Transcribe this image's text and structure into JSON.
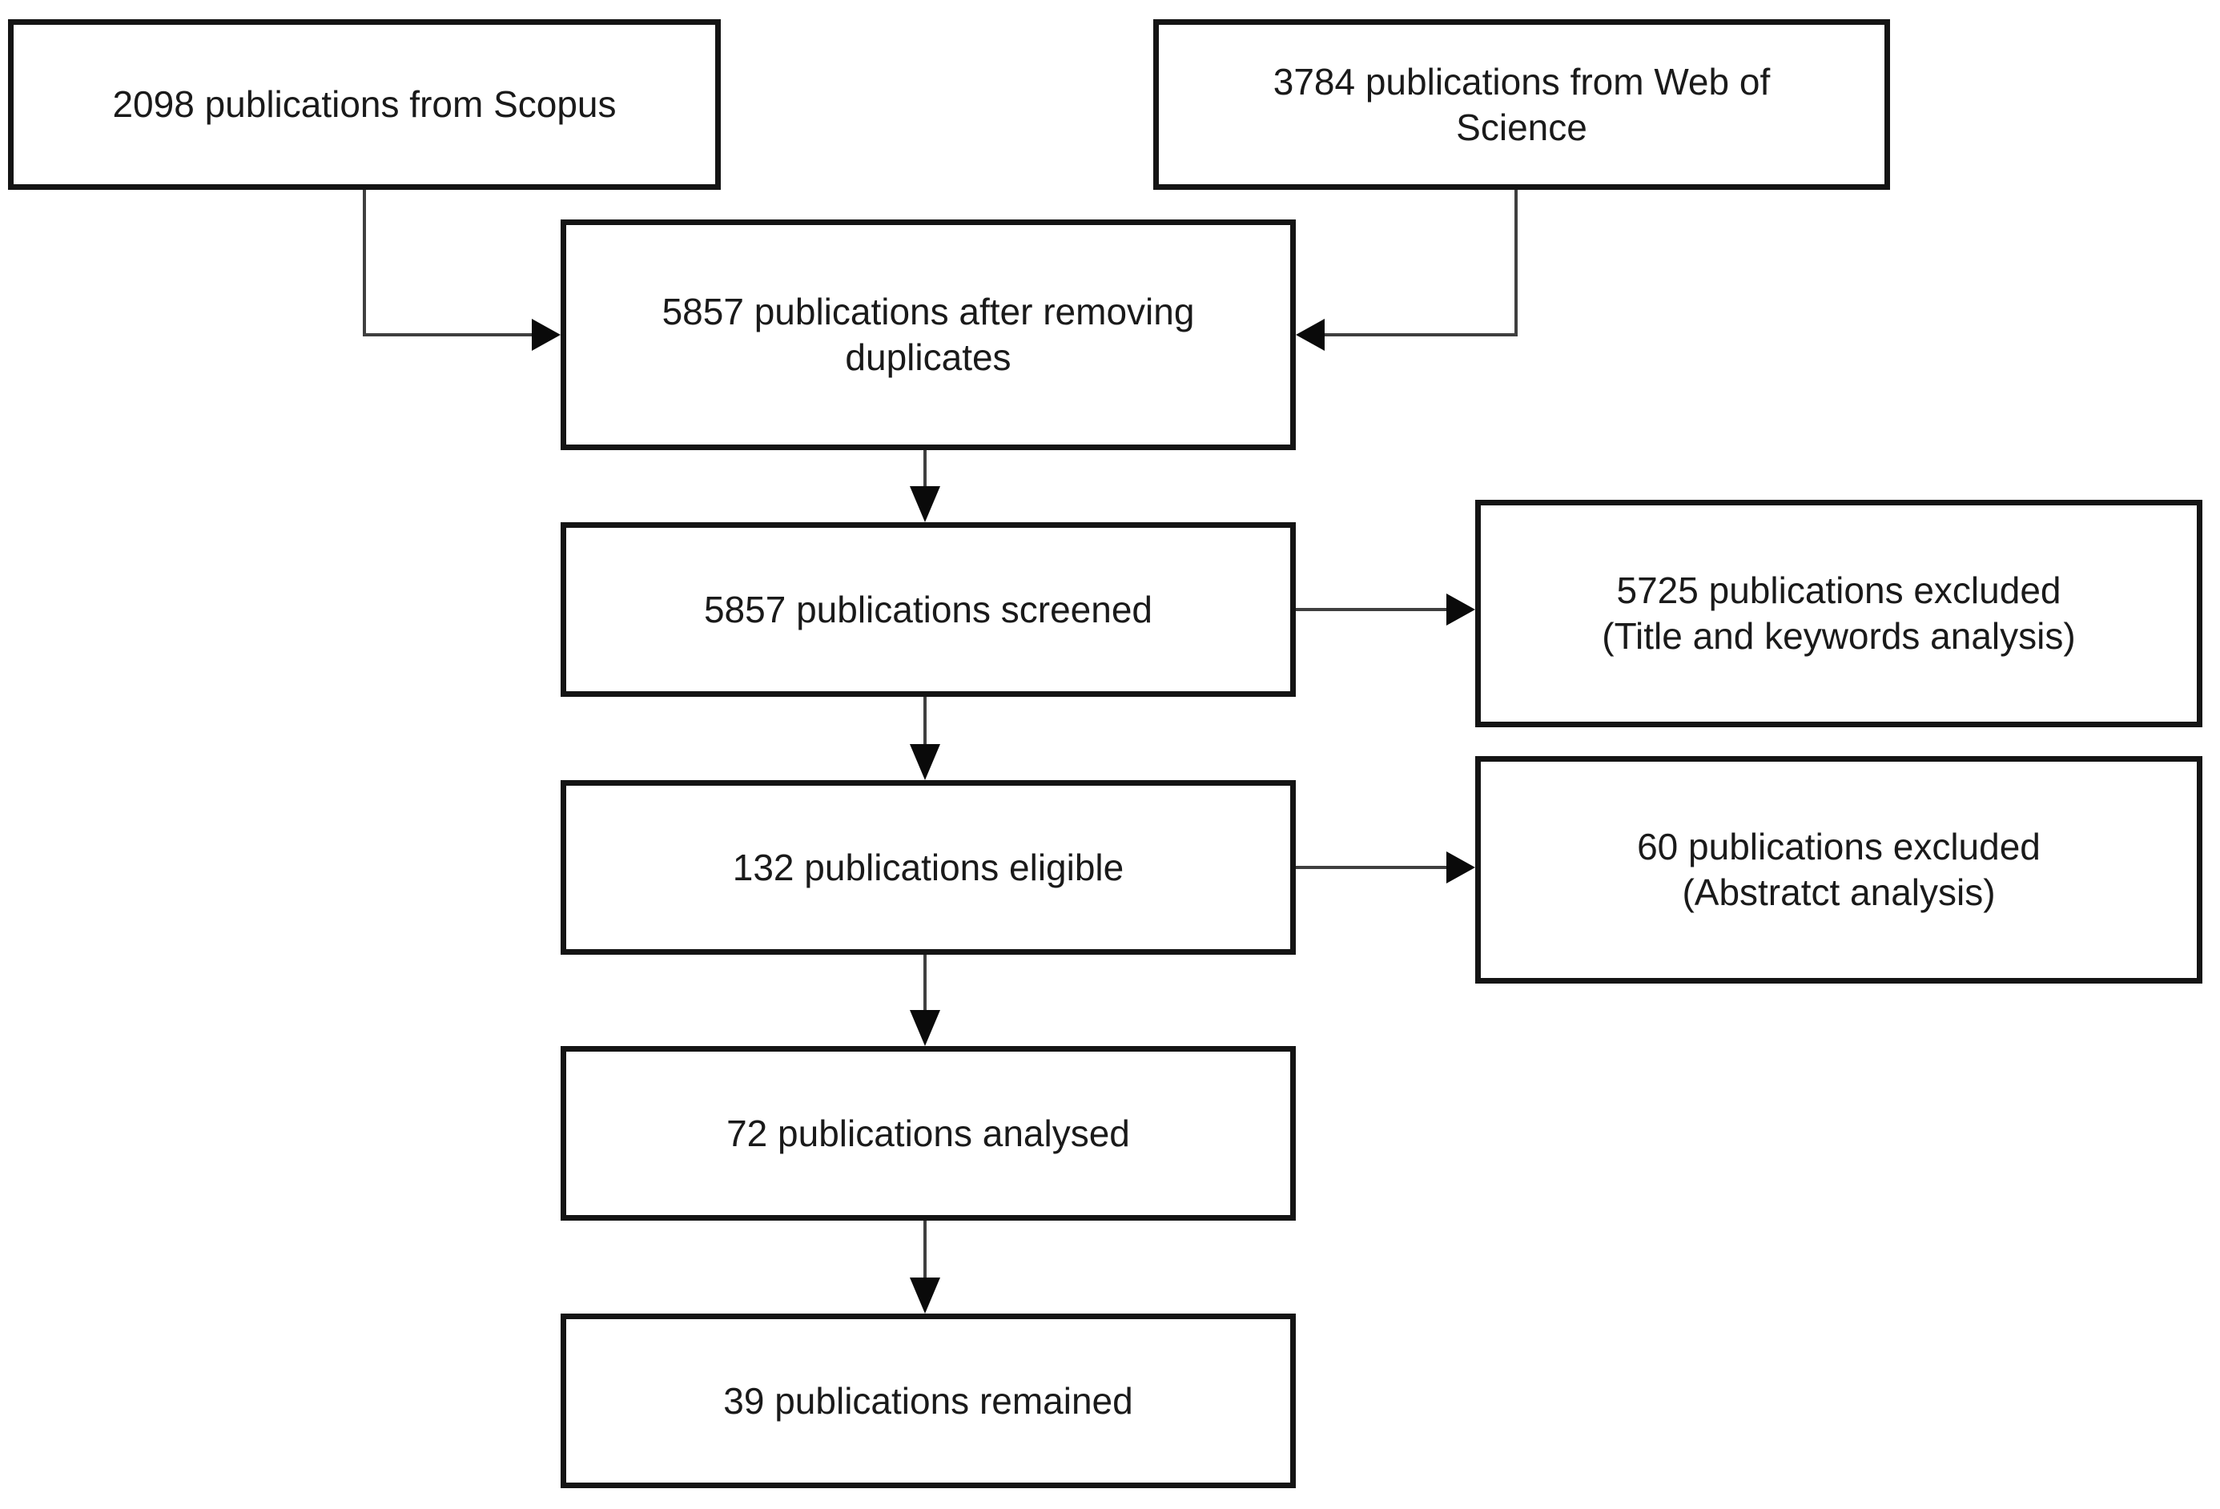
{
  "colors": {
    "background": "#ffffff",
    "box_fill": "#ffffff",
    "box_border": "#141414",
    "connector": "#3f3f3f",
    "arrowhead": "#0a0a0a",
    "text_color": "#1a1a1a"
  },
  "boxes": {
    "scopus": {
      "lines": [
        "2098 publications from Scopus"
      ]
    },
    "web_of_science": {
      "lines": [
        "3784 publications from Web of",
        "Science"
      ]
    },
    "deduplicated": {
      "lines": [
        "5857 publications after removing",
        "duplicates"
      ]
    },
    "screened": {
      "lines": [
        "5857 publications screened"
      ]
    },
    "excluded_title_keywords": {
      "lines": [
        "5725 publications excluded",
        "(Title and keywords analysis)"
      ]
    },
    "eligible": {
      "lines": [
        "132 publications eligible"
      ]
    },
    "excluded_abstract": {
      "lines": [
        "60 publications excluded",
        "(Abstratct analysis)"
      ]
    },
    "analysed": {
      "lines": [
        "72 publications analysed"
      ]
    },
    "remained": {
      "lines": [
        "39 publications remained"
      ]
    }
  }
}
